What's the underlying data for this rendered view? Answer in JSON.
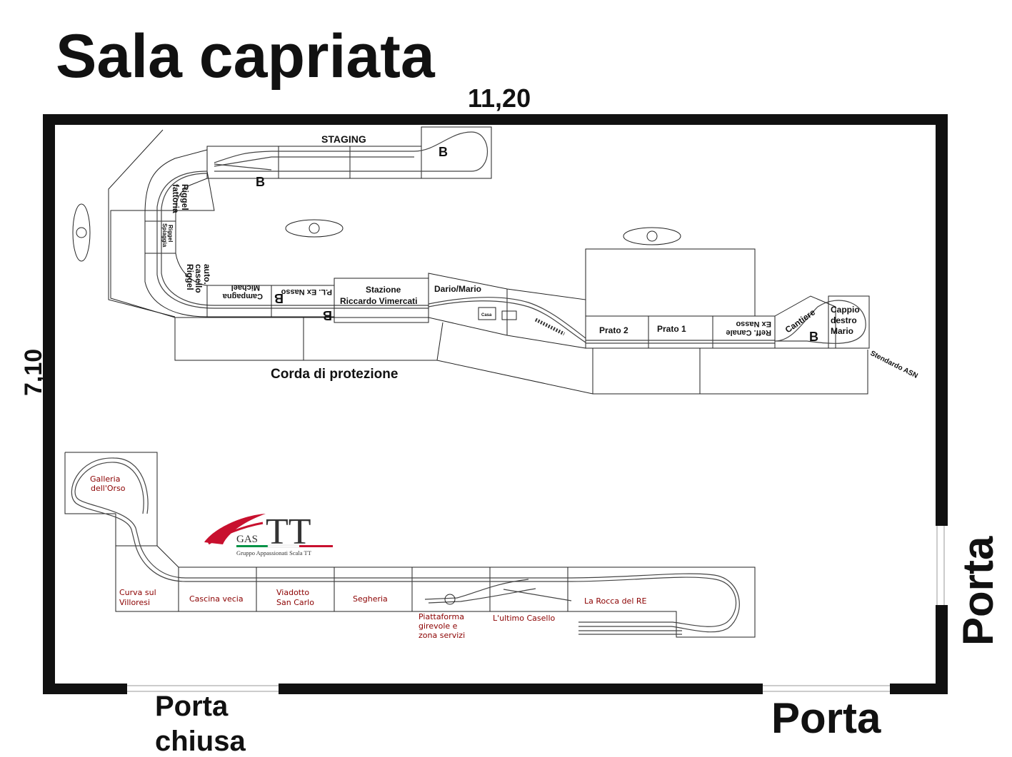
{
  "title": "Sala capriata",
  "dim_width": "11,20",
  "dim_height": "7,10",
  "doors": {
    "right": "Porta",
    "bottom_right": "Porta",
    "bottom_left_line1": "Porta",
    "bottom_left_line2": "chiusa"
  },
  "upper_layout": {
    "staging": "STAGING",
    "riggel_fattoria_1": "Riggel",
    "riggel_fattoria_2": "fattoria",
    "spiaggia_1": "Spiaggia",
    "spiaggia_2": "Riggel",
    "riggel_casello_1": "Riggel",
    "riggel_casello_2": "casello",
    "riggel_casello_3": "auto.",
    "campagna_1": "Campagna",
    "campagna_2": "Michael",
    "pl_ex_nasso": "P.L. Ex Nasso",
    "stazione_1": "Stazione",
    "stazione_2": "Riccardo Vimercati",
    "dario_mario": "Dario/Mario",
    "casa": "Casa",
    "prato2": "Prato 2",
    "prato1": "Prato 1",
    "reff_canale_1": "Reff. Canale",
    "reff_canale_2": "Ex Nasso",
    "cantiere": "Cantiere",
    "cappio_1": "Cappio",
    "cappio_2": "destro",
    "cappio_3": "Mario",
    "stendardo": "Stendardo ASN",
    "corda": "Corda di protezione",
    "b_marker": "B"
  },
  "lower_layout": {
    "galleria_1": "Galleria",
    "galleria_2": "dell'Orso",
    "curva_1": "Curva sul",
    "curva_2": "Villoresi",
    "cascina": "Cascina vecia",
    "viadotto_1": "Viadotto",
    "viadotto_2": "San Carlo",
    "segheria": "Segheria",
    "piatta_1": "Piattaforma",
    "piatta_2": "girevole e",
    "piatta_3": "zona servizi",
    "ultimo_casello": "L'ultimo Casello",
    "rocca": "La Rocca del RE"
  },
  "logo": {
    "gas": "GAS",
    "tt": "TT",
    "subtitle": "Gruppo Appassionati Scala TT"
  },
  "colors": {
    "wall": "#111111",
    "module_label": "#8b0000",
    "logo_red": "#c8102e",
    "logo_green": "#009246"
  }
}
